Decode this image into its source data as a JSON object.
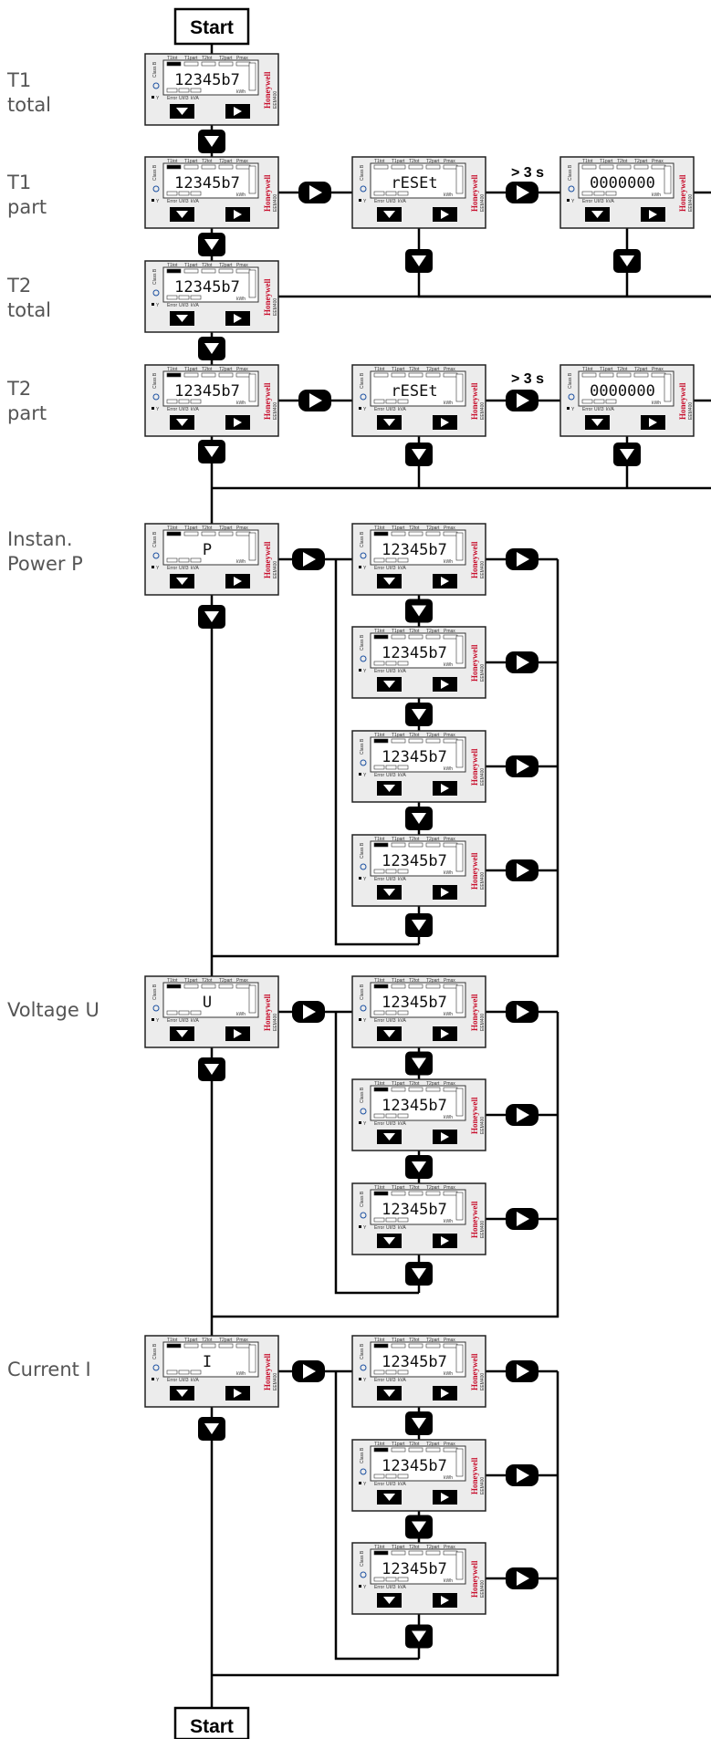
{
  "start_top": "Start",
  "start_bottom": "Start",
  "rows": [
    {
      "label": [
        "T1",
        "total"
      ],
      "main": "12345b7"
    },
    {
      "label": [
        "T1",
        "part"
      ],
      "main": "12345b7",
      "reset": "rESEt",
      "delay": "> 3 s",
      "zeros": "0000000"
    },
    {
      "label": [
        "T2",
        "total"
      ],
      "main": "12345b7"
    },
    {
      "label": [
        "T2",
        "part"
      ],
      "main": "12345b7",
      "reset": "rESEt",
      "delay": "> 3 s",
      "zeros": "0000000"
    },
    {
      "label": [
        "Instan.",
        "Power P"
      ],
      "main": "P",
      "subs": [
        "12345b7",
        "12345b7",
        "12345b7",
        "12345b7"
      ]
    },
    {
      "label": [
        "Voltage U"
      ],
      "main": "U",
      "subs": [
        "12345b7",
        "12345b7",
        "12345b7"
      ]
    },
    {
      "label": [
        "Current I"
      ],
      "main": "I",
      "subs": [
        "12345b7",
        "12345b7",
        "12345b7"
      ]
    }
  ],
  "device": {
    "brand": "Honeywell",
    "model": "EEM400",
    "class_text": "Class B",
    "tariff_labels": [
      "T1tot",
      "T1part",
      "T2tot",
      "T2part",
      "Pmax"
    ],
    "status_labels": [
      "Error",
      "UI/I3",
      "kVA"
    ],
    "unit_text": "kWh"
  },
  "colors": {
    "brand_red": "#c8102e",
    "line": "#000000",
    "label_gray": "#555555",
    "device_body": "#ececec"
  }
}
